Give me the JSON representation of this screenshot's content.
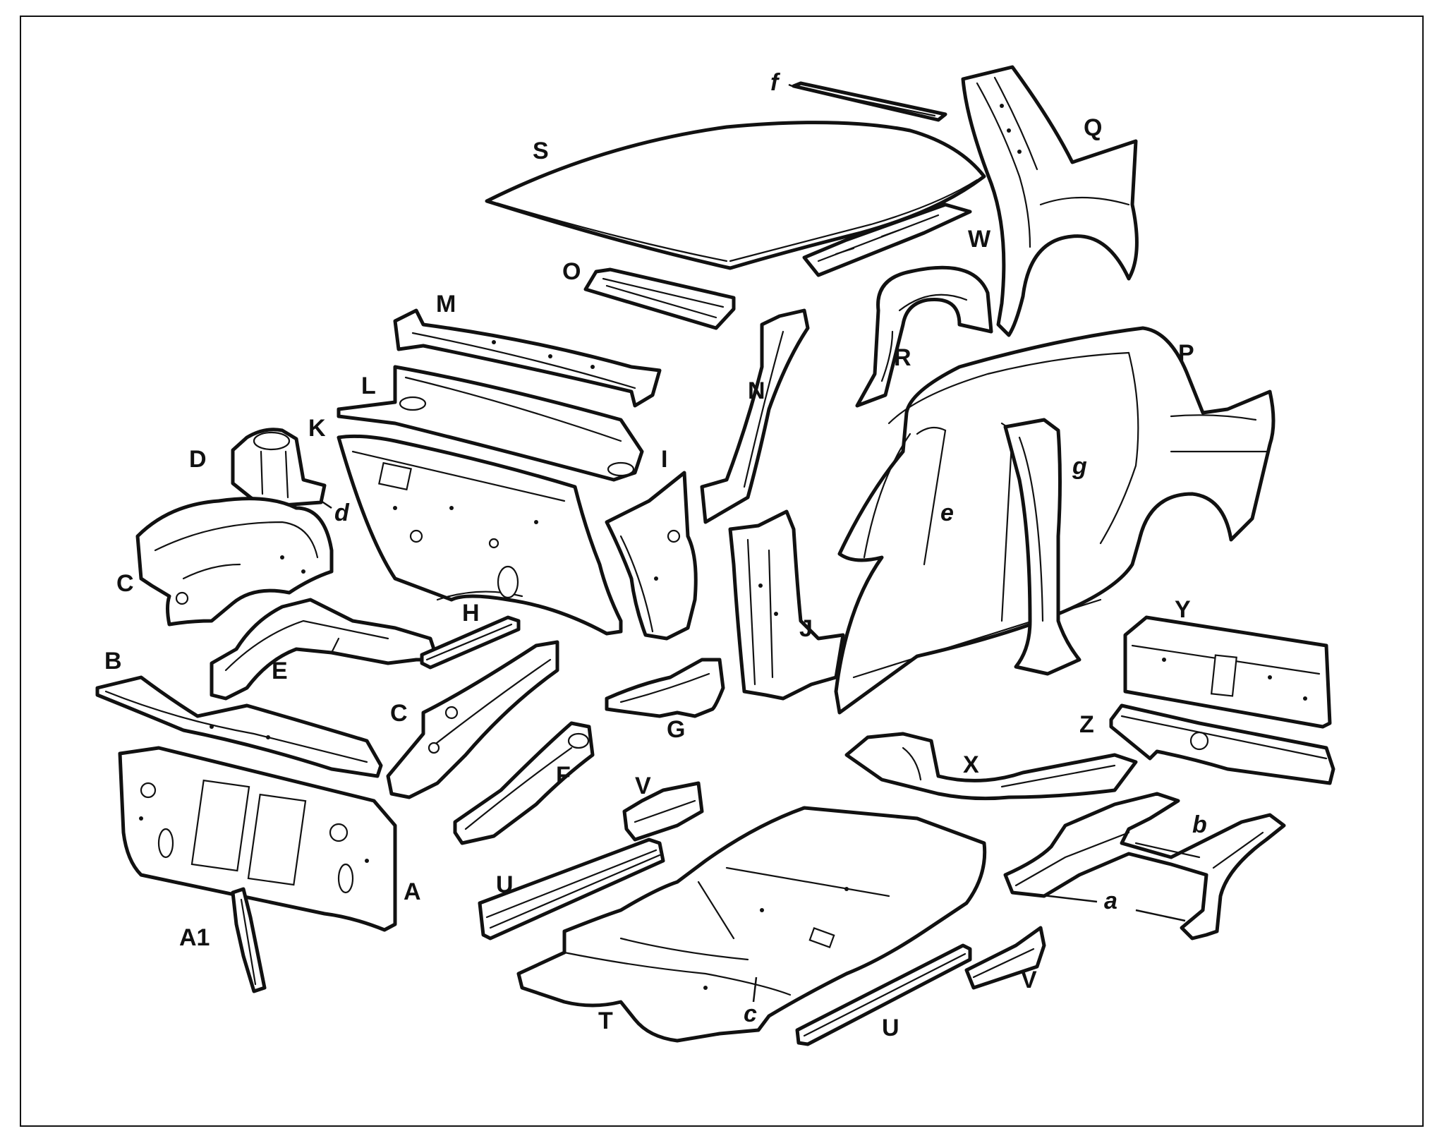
{
  "labels": {
    "A": "A",
    "A1": "A1",
    "B": "B",
    "C": "C",
    "D": "D",
    "d": "d",
    "E": "E",
    "F": "F",
    "G": "G",
    "H": "H",
    "I": "I",
    "J": "J",
    "K": "K",
    "L": "L",
    "M": "M",
    "N": "N",
    "O": "O",
    "P": "P",
    "Q": "Q",
    "R": "R",
    "S": "S",
    "T": "T",
    "U": "U",
    "V": "V",
    "W": "W",
    "X": "X",
    "Y": "Y",
    "Z": "Z",
    "a": "a",
    "b": "b",
    "c": "c",
    "e": "e",
    "f": "f",
    "g": "g"
  }
}
